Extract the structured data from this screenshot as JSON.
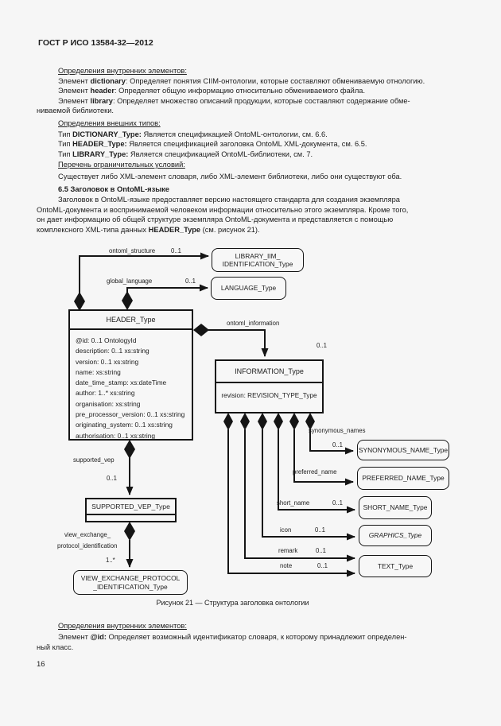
{
  "doc_header": "ГОСТ Р ИСО 13584-32—2012",
  "page_number": "16",
  "text": {
    "internal_defs_title": "Определения внутренних элементов:",
    "dict_pre": "Элемент ",
    "dict_term": "dictionary",
    "dict_post": ": Определяет понятия CIIM-онтологии, которые составляют обмениваемую отнологию.",
    "header_pre": "Элемент ",
    "header_term": "header",
    "header_post": ": Определяет общую информацию относительно обмениваемого файла.",
    "library_pre": "Элемент ",
    "library_term": "library",
    "library_post": ": Определяет множество описаний продукции, которые составляют содержание обме-",
    "library_cont": "ниваемой библиотеки.",
    "external_types_title": "Определения внешних типов:",
    "dictionary_type_pre": "Тип ",
    "dictionary_type_term": "DICTIONARY_Type:",
    "dictionary_type_post": " Является спецификацией OntoML-онтологии, см. 6.6.",
    "header_type_pre": "Тип ",
    "header_type_term": "HEADER_Type:",
    "header_type_post": " Является спецификацией заголовка OntoML XML-документа, см. 6.5.",
    "library_type_pre": "Тип ",
    "library_type_term": "LIBRARY_Type:",
    "library_type_post": " Является спецификацией OntoML-библиотеки, см. 7.",
    "constraints_title": "Перечень ограничительных условий:",
    "constraints_line": "Существует либо XML-элемент словаря, либо XML-элемент библиотеки, либо они существуют оба.",
    "section_heading": "6.5 Заголовок в OntoML-языке",
    "para_l1": "Заголовок в OntoML-языке предоставляет версию настоящего стандарта для создания экземпляра",
    "para_l2": "OntoML-документа и воспринимаемой человеком информации относительно этого экземпляра. Кроме того,",
    "para_l3": "он дает информацию об общей структуре экземпляра OntoML-документа и представляется с помощью",
    "para_l4_pre": "комплексного XML-типа данных ",
    "para_l4_term": "HEADER_Type",
    "para_l4_post": " (см. рисунок 21).",
    "caption": "Рисунок 21 — Структура заголовка онтологии",
    "internal_defs2_title": "Определения внутренних элементов:",
    "id_pre": "Элемент ",
    "id_term": "@id:",
    "id_post": " Определяет возможный идентификатор словаря, к которому принадлежит определен-",
    "id_cont": "ный класс."
  },
  "diagram": {
    "boxes": {
      "header_type": {
        "title": "HEADER_Type",
        "attrs": [
          "@id: 0..1 OntologyId",
          "description: 0..1 xs:string",
          "version: 0..1 xs:string",
          "name: xs:string",
          "date_time_stamp: xs:dateTime",
          "author: 1..* xs:string",
          "organisation: xs:string",
          "pre_processor_version: 0..1 xs:string",
          "originating_system: 0..1 xs:string",
          "authorisation: 0..1 xs:string"
        ]
      },
      "library_iim": {
        "line1": "LIBRARY_IIM_",
        "line2": "IDENTIFICATION_Type"
      },
      "language": {
        "title": "LANGUAGE_Type"
      },
      "information": {
        "title": "INFORMATION_Type",
        "attr": "revision: REVISION_TYPE_Type"
      },
      "supported_vep": {
        "title": "SUPPORTED_VEP_Type"
      },
      "view_exchange": {
        "line1": "VIEW_EXCHANGE_PROTOCOL",
        "line2": "_IDENTIFICATION_Type"
      },
      "synonymous": {
        "title": "SYNONYMOUS_NAME_Type"
      },
      "preferred": {
        "title": "PREFERRED_NAME_Type"
      },
      "short_name": {
        "title": "SHORT_NAME_Type"
      },
      "graphics": {
        "title": "GRAPHICS_Type"
      },
      "text_type": {
        "title": "TEXT_Type"
      }
    },
    "labels": {
      "ontoml_structure": "ontoml_structure",
      "m_structure": "0..1",
      "global_language": "global_language",
      "m_language": "0..1",
      "ontoml_information": "ontoml_information",
      "m_information": "0..1",
      "supported_vep": "supported_vep",
      "m_supported_vep": "0..1",
      "view_exchange_l1": "view_exchange_",
      "view_exchange_l2": "protocol_identification",
      "m_view_exchange": "1..*",
      "synonymous_names": "synonymous_names",
      "m_synonymous": "0..1",
      "preferred_name": "preferred_name",
      "short_name": "short_name",
      "m_short_name": "0..1",
      "icon": "icon",
      "m_icon": "0..1",
      "remark": "remark",
      "m_remark": "0..1",
      "note": "note",
      "m_note": "0..1"
    }
  }
}
